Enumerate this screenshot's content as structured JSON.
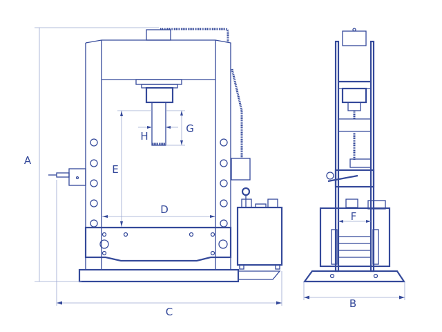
{
  "diagram": {
    "colors": {
      "line": "#34499a",
      "dimension": "#9aa6cf"
    },
    "front_view": {
      "labels": {
        "A": "A",
        "C": "C",
        "D": "D",
        "E": "E",
        "G": "G",
        "H": "H"
      }
    },
    "side_view": {
      "labels": {
        "B": "B",
        "F": "F"
      }
    }
  }
}
